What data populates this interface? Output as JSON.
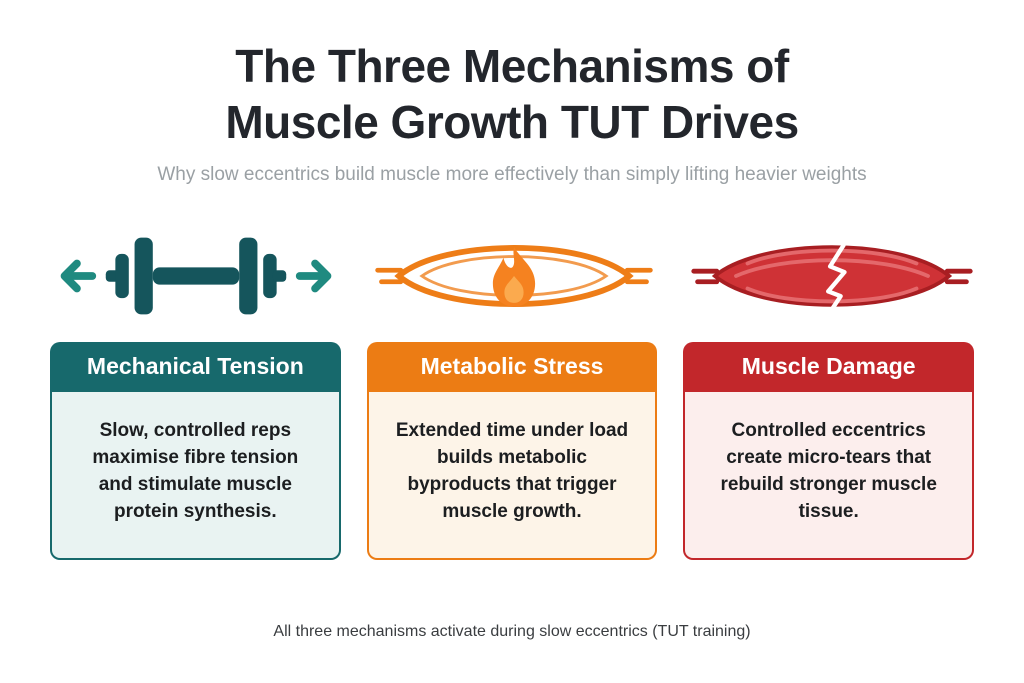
{
  "header": {
    "title_line1": "The Three Mechanisms of",
    "title_line2": "Muscle Growth TUT Drives",
    "subtitle": "Why slow eccentrics build muscle more effectively than simply lifting heavier weights"
  },
  "cards": [
    {
      "title": "Mechanical Tension",
      "body": "Slow, controlled reps maximise fibre tension and stimulate muscle protein synthesis.",
      "icon": "dumbbell-arrows-icon",
      "accent": "#17696c",
      "arrow_color": "#1f8a80",
      "body_bg": "#e9f3f2"
    },
    {
      "title": "Metabolic Stress",
      "body": "Extended time under load builds metabolic byproducts that trigger muscle growth.",
      "icon": "muscle-flame-icon",
      "accent": "#ec7c14",
      "flame_color": "#f58220",
      "body_bg": "#fdf4e8"
    },
    {
      "title": "Muscle Damage",
      "body": "Controlled eccentrics create micro-tears that rebuild stronger muscle tissue.",
      "icon": "torn-muscle-icon",
      "accent": "#c2272b",
      "muscle_fill": "#cf3236",
      "body_bg": "#fceeed"
    }
  ],
  "footer": {
    "caption": "All three mechanisms activate during slow eccentrics (TUT training)"
  }
}
